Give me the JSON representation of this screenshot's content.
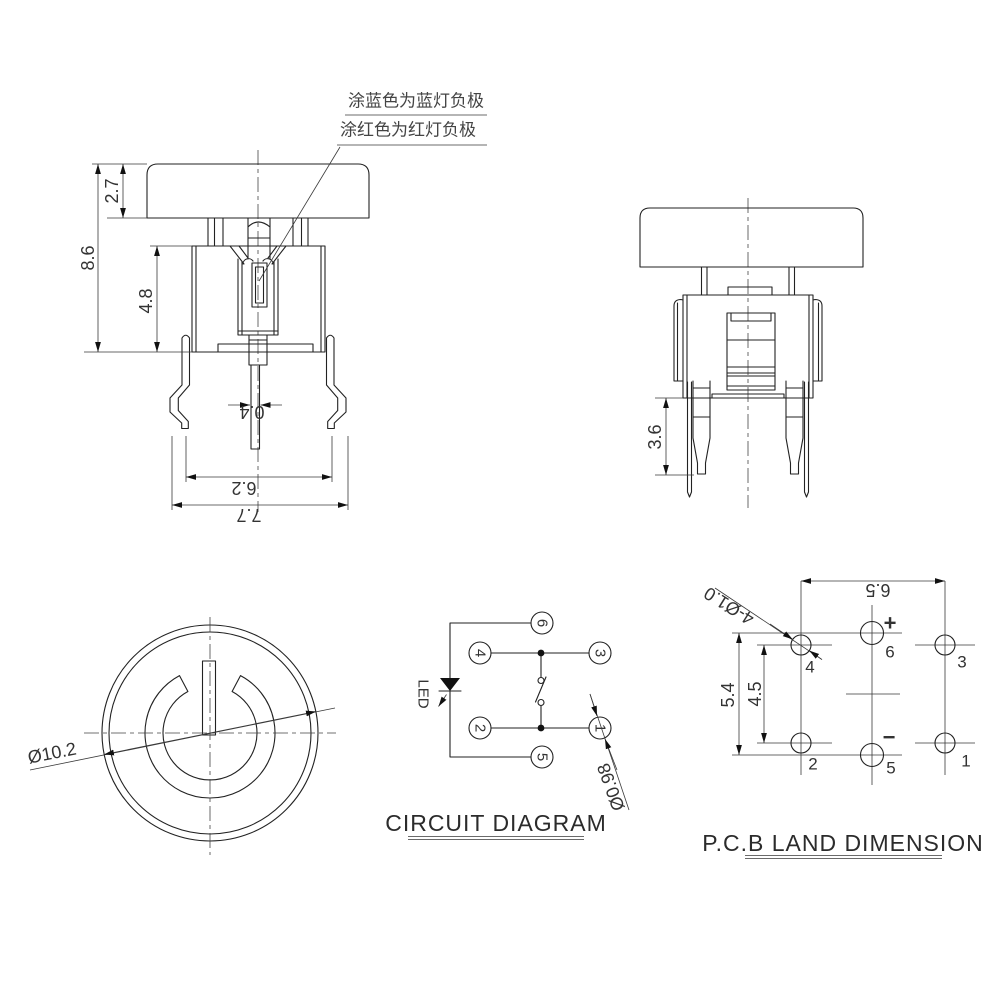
{
  "colors": {
    "ink": "#222222",
    "dim_text": "#333333",
    "background": "#ffffff"
  },
  "notes": {
    "blue": "涂蓝色为蓝灯负极",
    "red": "涂红色为红灯负极"
  },
  "front_view": {
    "dims": {
      "cap_height": "2.7",
      "total_height": "8.6",
      "body_height": "4.8",
      "shaft_width": "0.4",
      "inner_span": "6.2",
      "outer_span": "7.7"
    }
  },
  "side_view": {
    "dims": {
      "pin_length": "3.6"
    }
  },
  "top_view": {
    "dims": {
      "cap_diameter": "Ø10.2"
    }
  },
  "circuit": {
    "title": "CIRCUIT DIAGRAM",
    "led_label": "LED",
    "pins": {
      "p6": "6",
      "p4": "4",
      "p3": "3",
      "p2": "2",
      "p5": "5",
      "p1": "1"
    },
    "dims": {
      "led_pin_dia": "Ø0.98"
    }
  },
  "pcb": {
    "title": "P.C.B LAND DIMENSION",
    "dims": {
      "h_span": "6.5",
      "v_span_outer": "5.4",
      "v_span_inner": "4.5",
      "hole_callout": "4-Ø1.0"
    },
    "labels": {
      "h4": "4",
      "h6": "6",
      "h3": "3",
      "h2": "2",
      "h5": "5",
      "h1": "1",
      "plus": "+",
      "minus": "−"
    }
  }
}
